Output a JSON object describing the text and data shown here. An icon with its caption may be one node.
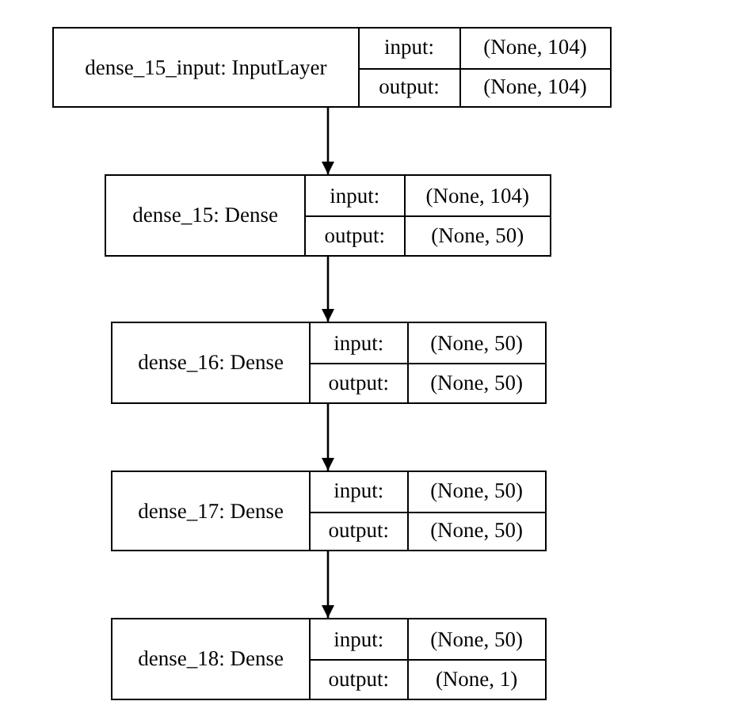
{
  "diagram": {
    "nodes": [
      {
        "text": [
          "dense_15_input: InputLayer",
          "input:",
          "(None, 104)",
          "output:",
          "(None, 104)"
        ]
      },
      {
        "text": [
          "dense_15: Dense",
          "input:",
          "(None, 104)",
          "output:",
          "(None, 50)"
        ]
      },
      {
        "text": [
          "dense_16: Dense",
          "input:",
          "(None, 50)",
          "output:",
          "(None, 50)"
        ]
      },
      {
        "text": [
          "dense_17: Dense",
          "input:",
          "(None, 50)",
          "output:",
          "(None, 50)"
        ]
      },
      {
        "text": [
          "dense_18: Dense",
          "input:",
          "(None, 50)",
          "output:",
          "(None, 1)"
        ]
      }
    ],
    "edges": [
      {
        "from": 0,
        "to": 1,
        "arrow": "to"
      },
      {
        "from": 1,
        "to": 2,
        "arrow": "to"
      },
      {
        "from": 2,
        "to": 3,
        "arrow": "to"
      },
      {
        "from": 3,
        "to": 4,
        "arrow": "to"
      }
    ]
  }
}
